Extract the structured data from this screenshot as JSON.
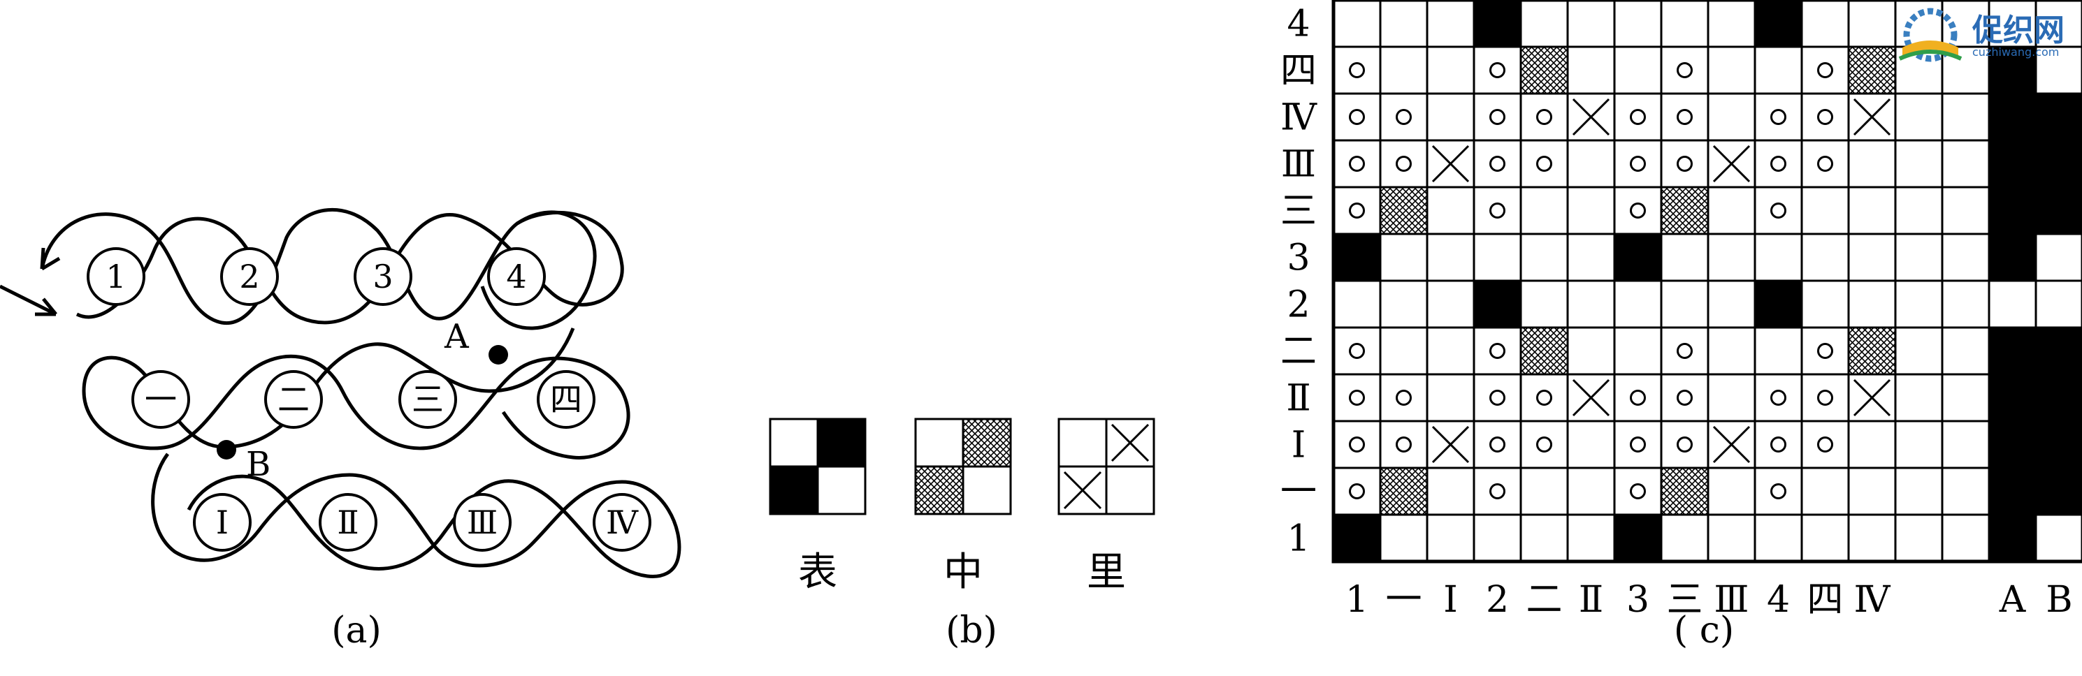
{
  "panel_a": {
    "caption": "(a)",
    "row1_circles": [
      "1",
      "2",
      "3",
      "4"
    ],
    "row2_circles": [
      "一",
      "二",
      "三",
      "四"
    ],
    "row3_circles": [
      "Ⅰ",
      "Ⅱ",
      "Ⅲ",
      "Ⅳ"
    ],
    "point_a": "A",
    "point_b": "B"
  },
  "panel_b": {
    "caption": "(b)",
    "legend": [
      {
        "label": "表",
        "pattern": [
          [
            "white",
            "black"
          ],
          [
            "black",
            "white"
          ]
        ]
      },
      {
        "label": "中",
        "pattern": [
          [
            "white",
            "hatch"
          ],
          [
            "hatch",
            "white"
          ]
        ]
      },
      {
        "label": "里",
        "pattern": [
          [
            "white",
            "cross"
          ],
          [
            "cross",
            "white"
          ]
        ]
      }
    ]
  },
  "panel_c": {
    "caption": "( c)",
    "row_labels": [
      "4",
      "四",
      "Ⅳ",
      "Ⅲ",
      "三",
      "3",
      "2",
      "二",
      "Ⅱ",
      "Ⅰ",
      "一",
      "1"
    ],
    "col_labels": [
      "1",
      "一",
      "Ⅰ",
      "2",
      "二",
      "Ⅱ",
      "3",
      "三",
      "Ⅲ",
      "4",
      "四",
      "Ⅳ",
      "",
      "",
      "A",
      "B"
    ],
    "grid": [
      "...B.....B......",
      "o..oH..o..oH..B.",
      "oo.ooXoo.ooX..BB",
      "ooXoo.ooXoo...BB",
      "oH.o..oH.o....BB",
      "B.....B.......B.",
      "...B.....B......",
      "o..oH..o..oH..BB",
      "oo.ooXoo.ooX..BB",
      "ooXoo.ooXoo...BB",
      "oH.o..oH.o....BB",
      "B.....B.......B."
    ]
  },
  "watermark": {
    "text": "促织网",
    "subtext": "cuzhiwang.com"
  }
}
